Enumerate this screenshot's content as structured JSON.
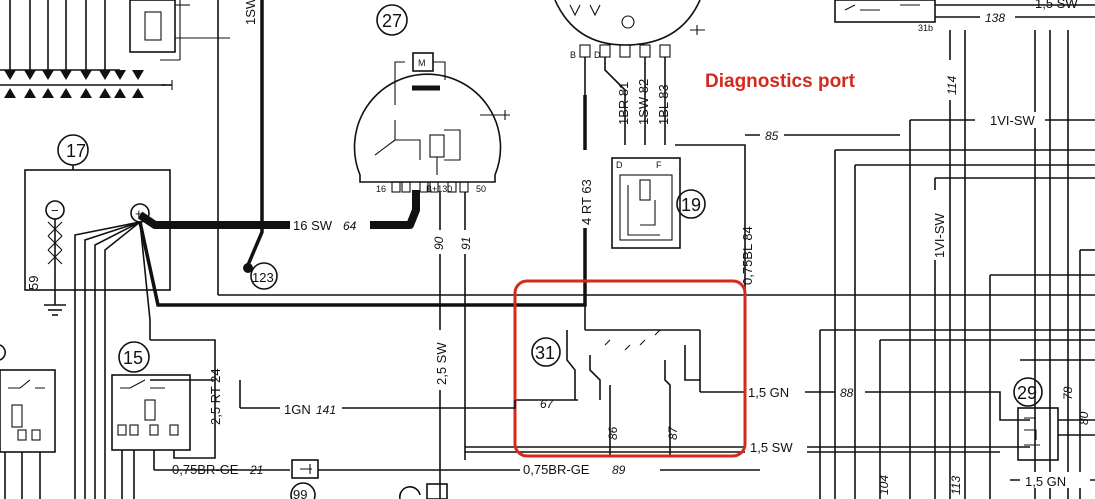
{
  "annotation": {
    "text": "Diagnostics port",
    "color": "#d42a1e"
  },
  "components": {
    "c17": "17",
    "c27": "27",
    "c19": "19",
    "c123": "123",
    "c15": "15",
    "c31": "31",
    "c29": "29",
    "c99": "99"
  },
  "wire_labels": {
    "sw_top": "1SW",
    "sw16": "16 SW",
    "sw16_n": "64",
    "rt4": "4 RT 63",
    "br1": "1BR 81",
    "sw1": "1SW 82",
    "bl1": "1BL 83",
    "n85": "85",
    "bl075": "0,75BL 84",
    "n90": "90",
    "n91": "91",
    "sw25": "2,5 SW",
    "gn1": "1GN",
    "gn1_n": "141",
    "rt25": "2,5 RT 24",
    "br075a": "0,75BR-GE",
    "br075a_n": "21",
    "br075b": "0,75BR-GE",
    "br075b_n": "89",
    "n67": "67",
    "n86": "86",
    "n87": "87",
    "gn15": "1,5 GN",
    "n88": "88",
    "sw15": "1,5 SW",
    "n59": "59",
    "n114": "114",
    "vi1": "1VI-SW",
    "vi2": "1VI-SW",
    "n138": "138",
    "n78": "78",
    "n80": "80",
    "n104": "104",
    "n113": "113",
    "gn15b": "1,5 GN",
    "sw15top": "1,5 SW",
    "ter_16": "16",
    "ter_b": "B+130",
    "ter_50": "50",
    "ter_d": "D",
    "ter_f": "F",
    "ter_31b": "31b",
    "pin_b": "B",
    "pin_d": "D",
    "motor_m": "M",
    "minus": "−",
    "plus": "+"
  }
}
